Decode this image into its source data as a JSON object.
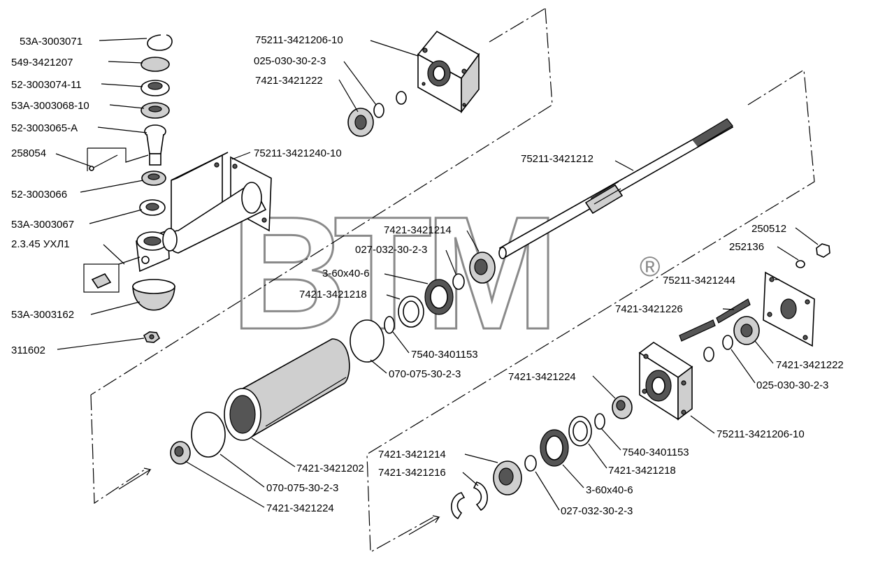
{
  "watermark": {
    "text": "ВТМ",
    "mark": "®"
  },
  "labels": {
    "l_53a_3003071": "53А-3003071",
    "l_549_3421207": "549-3421207",
    "l_52_3003074_11": "52-3003074-11",
    "l_53a_3003068_10": "53А-3003068-10",
    "l_52_3003065_a": "52-3003065-А",
    "l_258054": "258054",
    "l_52_3003066": "52-3003066",
    "l_53a_3003067": "53А-3003067",
    "l_2345": "2.3.45 УХЛ1",
    "l_53a_3003162": "53А-3003162",
    "l_311602": "311602",
    "l_75211_3421206_top": "75211-3421206-10",
    "l_025_030_top": "025-030-30-2-3",
    "l_7421_3421222_top": "7421-3421222",
    "l_75211_3421240": "75211-3421240-10",
    "l_75211_3421212": "75211-3421212",
    "l_7421_3421214_mid": "7421-3421214",
    "l_027_032_mid": "027-032-30-2-3",
    "l_3_60x40_6_mid": "3-60x40-6",
    "l_7421_3421218_mid": "7421-3421218",
    "l_7540_3401153_mid": "7540-3401153",
    "l_070_075_mid": "070-075-30-2-3",
    "l_250512": "250512",
    "l_252136": "252136",
    "l_75211_3421244": "75211-3421244",
    "l_7421_3421226": "7421-3421226",
    "l_7421_3421222_r": "7421-3421222",
    "l_025_030_r": "025-030-30-2-3",
    "l_75211_3421206_r": "75211-3421206-10",
    "l_7421_3421224_r": "7421-3421224",
    "l_7540_3401153_r": "7540-3401153",
    "l_7421_3421218_r": "7421-3421218",
    "l_3_60x40_6_r": "3-60x40-6",
    "l_027_032_r": "027-032-30-2-3",
    "l_7421_3421214_r": "7421-3421214",
    "l_7421_3421216": "7421-3421216",
    "l_7421_3421202": "7421-3421202",
    "l_070_075_b": "070-075-30-2-3",
    "l_7421_3421224_b": "7421-3421224"
  }
}
